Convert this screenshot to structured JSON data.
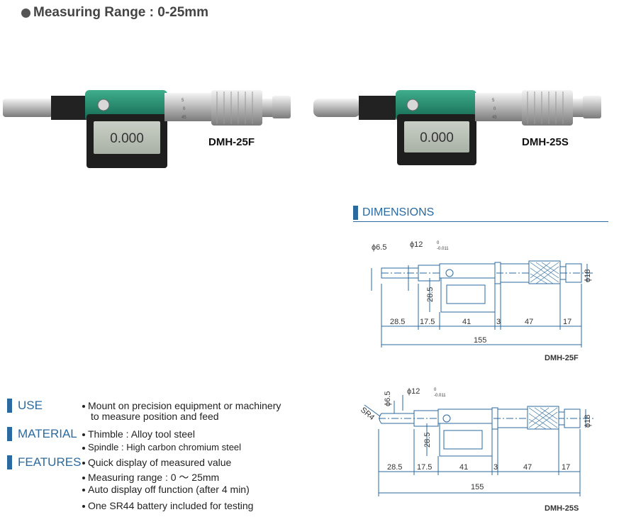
{
  "header": {
    "title": "Measuring Range : 0-25mm"
  },
  "products": [
    {
      "model": "DMH-25F",
      "display": "0.000",
      "scale": [
        "5",
        "0",
        "45"
      ]
    },
    {
      "model": "DMH-25S",
      "display": "0.000",
      "scale": [
        "5",
        "0",
        "45"
      ]
    }
  ],
  "dimensions": {
    "heading": "DIMENSIONS",
    "drawing_f": {
      "model": "DMH-25F",
      "spindle_dia": "ϕ6.5",
      "sleeve_dia": "ϕ12",
      "sleeve_tol_upper": "0",
      "sleeve_tol_lower": "-0.011",
      "body_dia": "ϕ18",
      "height": "28.5",
      "segments": [
        "28.5",
        "17.5",
        "41",
        "3",
        "47",
        "17"
      ],
      "total": "155"
    },
    "drawing_s": {
      "model": "DMH-25S",
      "tip_radius": "SR4",
      "spindle_dia": "ϕ6.5",
      "sleeve_dia": "ϕ12",
      "sleeve_tol_upper": "0",
      "sleeve_tol_lower": "-0.011",
      "body_dia": "ϕ18",
      "height": "28.5",
      "segments": [
        "28.5",
        "17.5",
        "41",
        "3",
        "47",
        "17"
      ],
      "total": "155"
    }
  },
  "specs": {
    "use": {
      "heading": "USE",
      "lines": [
        "Mount on precision equipment or machinery",
        "to measure position and feed"
      ]
    },
    "material": {
      "heading": "MATERIAL",
      "lines": [
        "Thimble : Alloy tool steel",
        "Spindle : High carbon chromium steel"
      ]
    },
    "features": {
      "heading": "FEATURES",
      "lines": [
        "Quick display of measured value",
        "Measuring range : 0 ～ 25mm",
        "Auto display off function (after 4 min)",
        "One SR44 battery included for testing"
      ]
    }
  },
  "colors": {
    "accent": "#2a6aa0",
    "body_green": "#1f8a6c",
    "dim_line": "#2a6aa0"
  }
}
